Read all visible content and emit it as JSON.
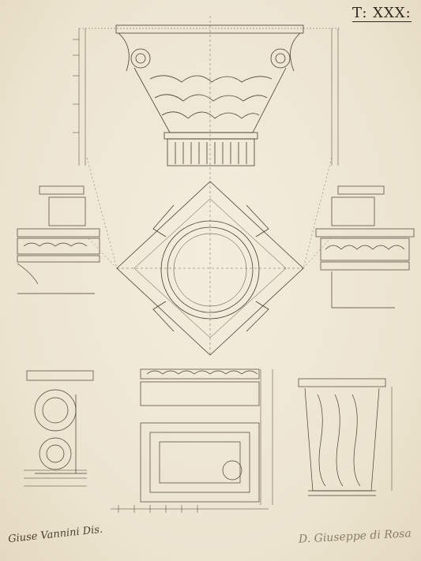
{
  "plate": {
    "number": "T: XXX:"
  },
  "signatures": {
    "left": "Giuse Vannini Dis.",
    "right": "D. Giuseppe di Rosa"
  },
  "colors": {
    "paper": "#efe8d5",
    "ink": "#3b3026",
    "faint_ink": "#8b7d66"
  }
}
